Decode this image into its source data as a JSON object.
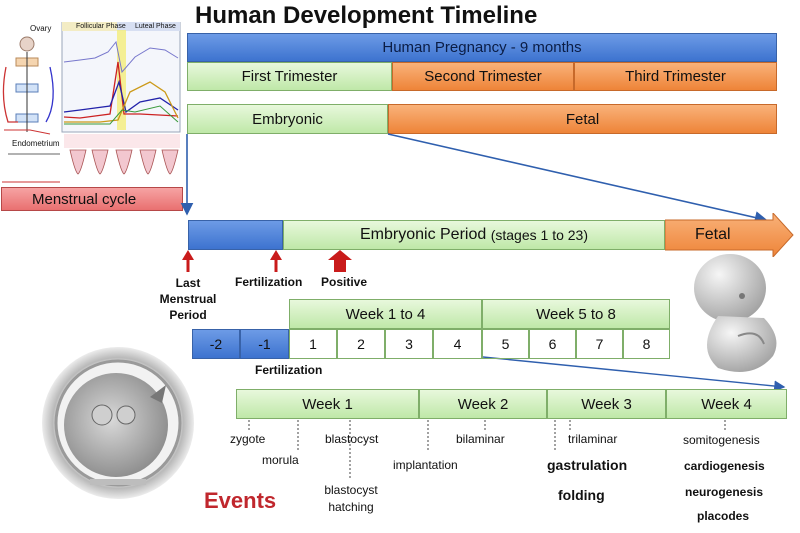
{
  "title": "Human Development Timeline",
  "top_bars": {
    "pregnancy": "Human Pregnancy - 9 months",
    "trimesters": [
      "First Trimester",
      "Second Trimester",
      "Third Trimester"
    ],
    "embryonic": "Embryonic",
    "fetal": "Fetal"
  },
  "menstrual_figure": {
    "ovary_label": "Ovary",
    "phases": [
      "Follicular Phase",
      "Luteal Phase"
    ],
    "endometrium_label": "Endometrium",
    "caption": "Menstrual cycle"
  },
  "timeline": {
    "embryonic_period": "Embryonic Period",
    "stages_note": "(stages 1 to 23)",
    "fetal": "Fetal"
  },
  "markers": {
    "lmp": "Last Menstrual Period",
    "lmp_lines": [
      "Last",
      "Menstrual",
      "Period"
    ],
    "fertilization": "Fertilization",
    "positive": "Positive"
  },
  "weeks": {
    "groups": [
      "Week 1 to 4",
      "Week 5 to 8"
    ],
    "numbers": [
      "-2",
      "-1",
      "1",
      "2",
      "3",
      "4",
      "5",
      "6",
      "7",
      "8"
    ],
    "fertilization_label": "Fertilization"
  },
  "detail_weeks": [
    "Week 1",
    "Week 2",
    "Week 3",
    "Week 4"
  ],
  "events_title": "Events",
  "events": {
    "zygote": "zygote",
    "morula": "morula",
    "blastocyst": "blastocyst",
    "blastocyst_hatching_1": "blastocyst",
    "blastocyst_hatching_2": "hatching",
    "implantation": "implantation",
    "bilaminar": "bilaminar",
    "trilaminar": "trilaminar",
    "gastrulation": "gastrulation",
    "folding": "folding",
    "somitogenesis": "somitogenesis",
    "cardiogenesis": "cardiogenesis",
    "neurogenesis": "neurogenesis",
    "placodes": "placodes"
  },
  "colors": {
    "blue": "#3d73cf",
    "green": "#c6ebb0",
    "orange": "#ee8438",
    "pink": "#e97070",
    "events_red": "#c0272d",
    "marker_red": "#c91b1b",
    "arrow_blue": "#2f5fae"
  }
}
